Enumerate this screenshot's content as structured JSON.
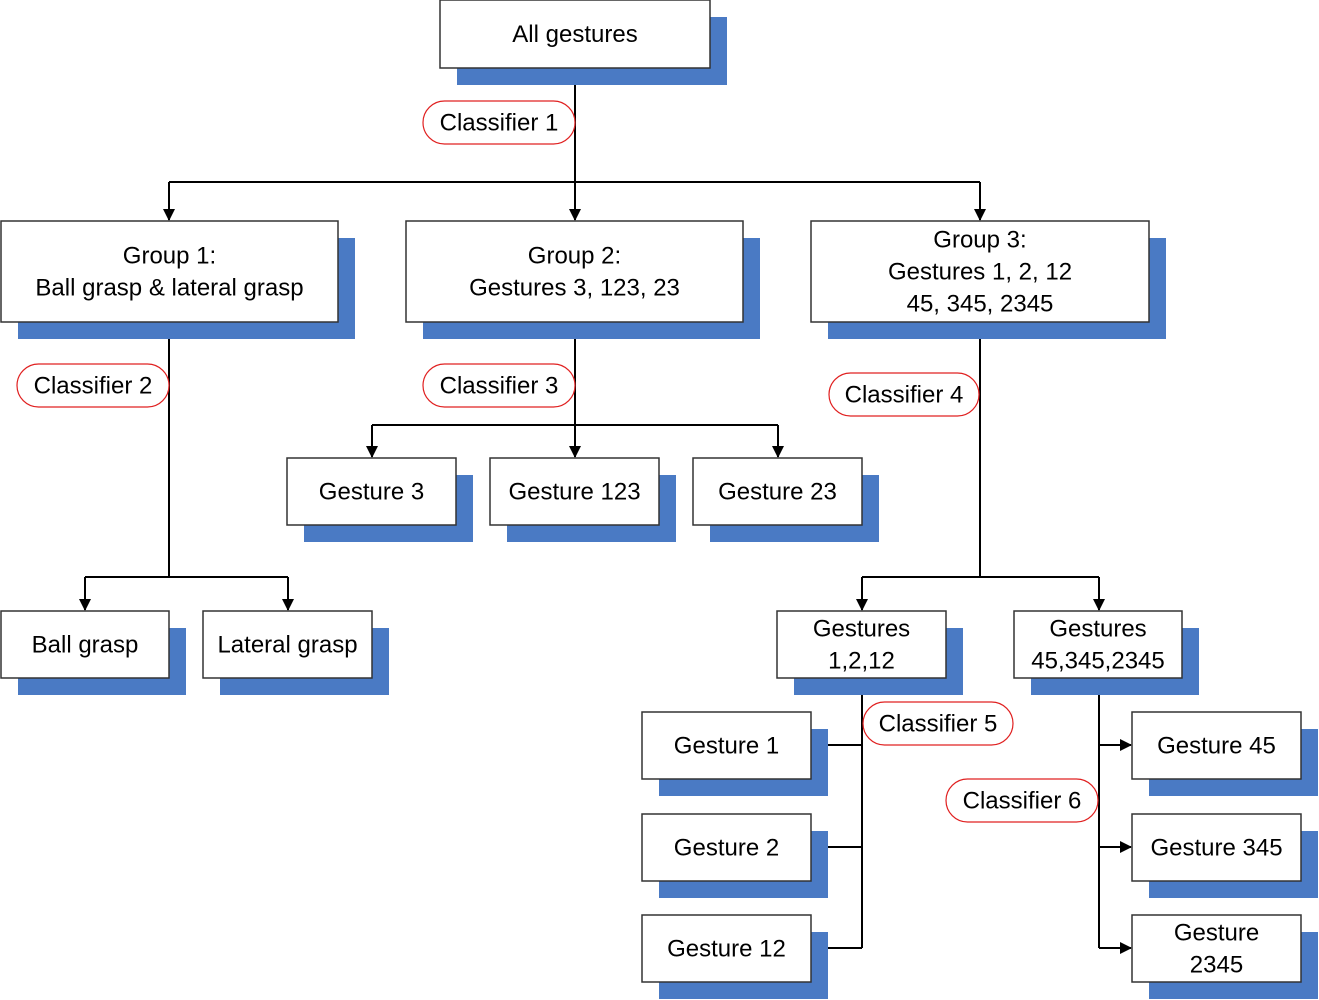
{
  "colors": {
    "shadow": "#4a7ac4",
    "box_border": "#333333",
    "box_fill": "#ffffff",
    "classifier_border": "#e02020",
    "line": "#000000"
  },
  "nodes": {
    "all": [
      "All gestures"
    ],
    "group1": [
      "Group 1:",
      "Ball grasp & lateral grasp"
    ],
    "group2": [
      "Group 2:",
      "Gestures 3, 123, 23"
    ],
    "group3": [
      "Group 3:",
      "Gestures 1, 2, 12",
      "45, 345, 2345"
    ],
    "g3": [
      "Gesture 3"
    ],
    "g123": [
      "Gesture 123"
    ],
    "g23": [
      "Gesture 23"
    ],
    "ball": [
      "Ball grasp"
    ],
    "lateral": [
      "Lateral grasp"
    ],
    "gs1212": [
      "Gestures",
      "1,2,12"
    ],
    "gs45": [
      "Gestures",
      "45,345,2345"
    ],
    "g1": [
      "Gesture 1"
    ],
    "g2": [
      "Gesture 2"
    ],
    "g12": [
      "Gesture 12"
    ],
    "g45": [
      "Gesture 45"
    ],
    "g345": [
      "Gesture 345"
    ],
    "g2345": [
      "Gesture",
      "2345"
    ]
  },
  "classifiers": {
    "c1": "Classifier 1",
    "c2": "Classifier 2",
    "c3": "Classifier 3",
    "c4": "Classifier 4",
    "c5": "Classifier 5",
    "c6": "Classifier 6"
  }
}
